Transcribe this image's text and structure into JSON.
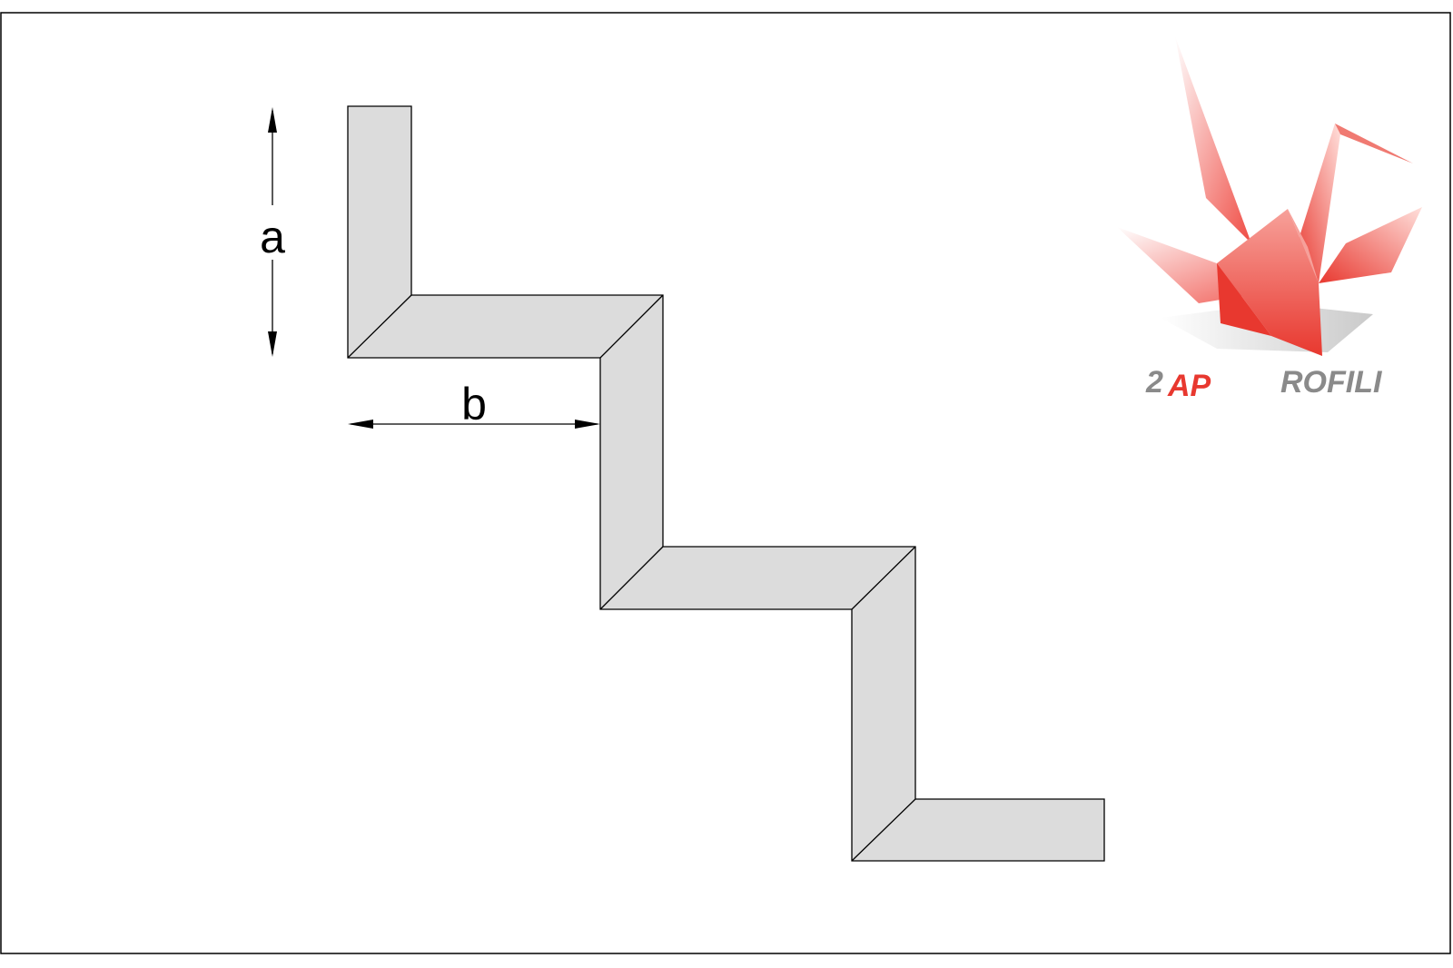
{
  "diagram": {
    "labels": {
      "height": "a",
      "width": "b"
    },
    "colors": {
      "profile_fill": "#dcdcdc",
      "stroke": "#000000",
      "frame": "#000000"
    }
  },
  "logo": {
    "text_left": "2",
    "text_mid": "AP",
    "text_right": "ROFILI",
    "colors": {
      "red": "#e8382f",
      "pink": "#f6a09a",
      "grey": "#8a8a8a"
    }
  }
}
